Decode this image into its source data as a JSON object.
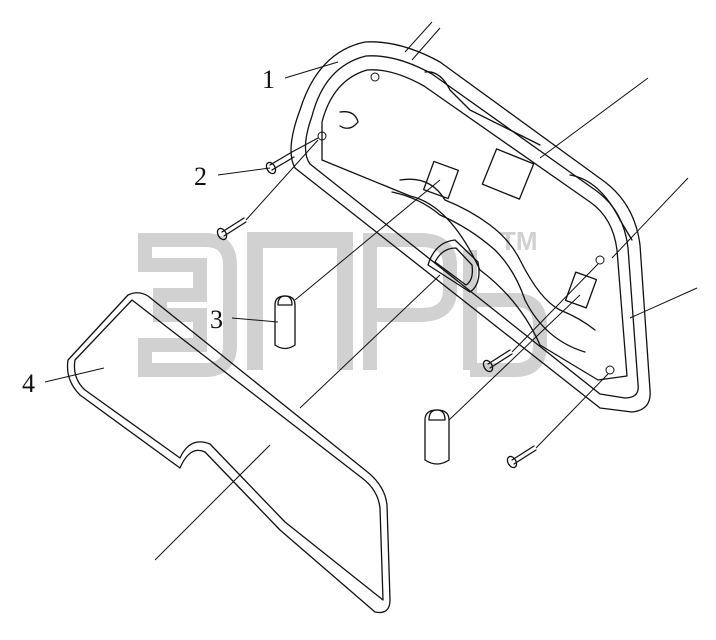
{
  "callouts": [
    {
      "id": "1",
      "text": "1"
    },
    {
      "id": "2",
      "text": "2"
    },
    {
      "id": "3",
      "text": "3"
    },
    {
      "id": "4",
      "text": "4"
    }
  ],
  "watermark": {
    "trademark": "TM"
  },
  "colors": {
    "line": "#111111",
    "watermark": "#c9c9c9",
    "background": "#ffffff"
  }
}
